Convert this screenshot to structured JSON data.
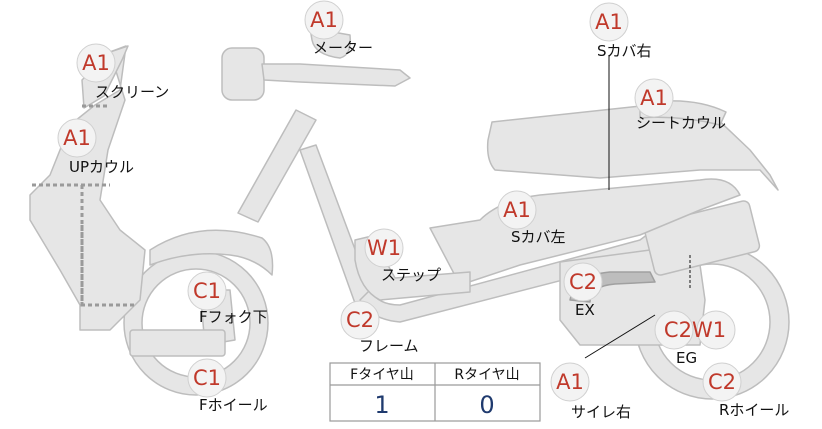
{
  "colors": {
    "body_fill": "#e6e6e6",
    "body_stroke": "#bdbdbd",
    "grade_text": "#c0392b",
    "grade_circle_fill": "#f3f3f3",
    "table_value": "#1f3a6e",
    "table_border": "#9a9a9a"
  },
  "annotations": [
    {
      "id": "meter",
      "grade": "A1",
      "label": "メーター"
    },
    {
      "id": "screen",
      "grade": "A1",
      "label": "スクリーン"
    },
    {
      "id": "up-cowl",
      "grade": "A1",
      "label": "UPカウル"
    },
    {
      "id": "s-cover-right",
      "grade": "A1",
      "label": "Sカバ右"
    },
    {
      "id": "seat-cowl",
      "grade": "A1",
      "label": "シートカウル"
    },
    {
      "id": "s-cover-left",
      "grade": "A1",
      "label": "Sカバ左"
    },
    {
      "id": "step",
      "grade": "W1",
      "label": "ステップ"
    },
    {
      "id": "exhaust",
      "grade": "C2",
      "label": "EX"
    },
    {
      "id": "engine",
      "grade": "C2W1",
      "label": "EG"
    },
    {
      "id": "front-fork-lower",
      "grade": "C1",
      "label": "Fフォク下"
    },
    {
      "id": "frame",
      "grade": "C2",
      "label": "フレーム"
    },
    {
      "id": "front-wheel",
      "grade": "C1",
      "label": "Fホイール"
    },
    {
      "id": "muffler-right",
      "grade": "A1",
      "label": "サイレ右"
    },
    {
      "id": "rear-wheel",
      "grade": "C2",
      "label": "Rホイール"
    }
  ],
  "tread_table": {
    "headers": [
      "Fタイヤ山",
      "Rタイヤ山"
    ],
    "values": [
      "1",
      "0"
    ]
  }
}
